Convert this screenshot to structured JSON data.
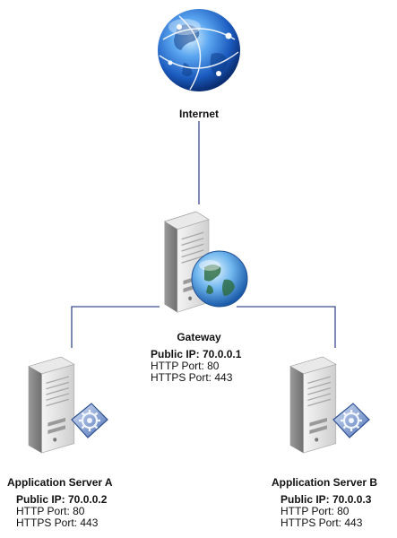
{
  "nodes": {
    "internet": {
      "name": "Internet"
    },
    "gateway": {
      "name": "Gateway",
      "public_ip": "Public IP: 70.0.0.1",
      "http_port": "HTTP Port: 80",
      "https_port": "HTTPS Port: 443"
    },
    "server_a": {
      "name": "Application Server A",
      "public_ip": "Public IP: 70.0.0.2",
      "http_port": "HTTP Port: 80",
      "https_port": "HTTPS Port: 443"
    },
    "server_b": {
      "name": "Application Server B",
      "public_ip": "Public IP: 70.0.0.3",
      "http_port": "HTTP Port: 80",
      "https_port": "HTTPS Port: 443"
    }
  },
  "colors": {
    "link": "#3a4d8f",
    "globe_blue": "#2a6fd6",
    "server_gray": "#cfcfcf"
  },
  "icons": {
    "internet": "globe-icon",
    "gateway": "server-globe-icon",
    "server_a": "server-gear-icon",
    "server_b": "server-gear-icon"
  }
}
